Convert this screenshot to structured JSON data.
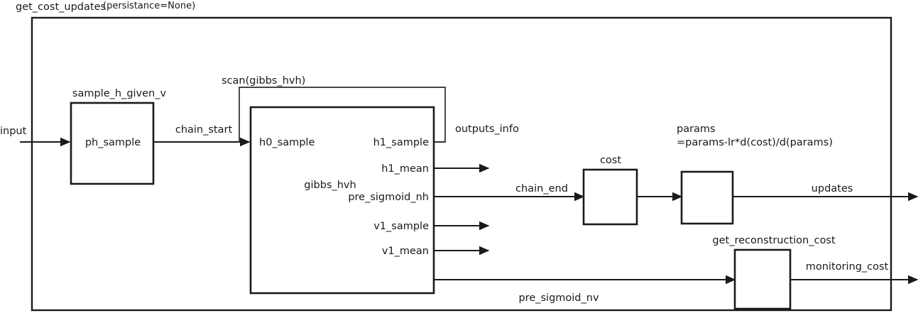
{
  "diagram": {
    "title": "get_cost_updates",
    "title_suffix": "(persistance=None)",
    "type": "block-flow-diagram",
    "colors": {
      "line": "#1a1a1a",
      "background": "#ffffff"
    },
    "outer_frame": {
      "name": "get_cost_updates-frame"
    },
    "blocks": [
      {
        "id": "ph_sample",
        "caption": "sample_h_given_v",
        "inner_label": "ph_sample"
      },
      {
        "id": "gibbs_hvh",
        "caption": "scan(gibbs_hvh)",
        "inner_label": "gibbs_hvh",
        "input_ports": [
          "h0_sample"
        ],
        "output_ports": [
          "h1_sample",
          "h1_mean",
          "pre_sigmoid_nh",
          "v1_sample",
          "v1_mean"
        ]
      },
      {
        "id": "cost",
        "caption": "cost",
        "inner_label": ""
      },
      {
        "id": "params",
        "caption_line1": "params",
        "caption_line2": "=params-lr*d(cost)/d(params)",
        "inner_label": ""
      },
      {
        "id": "get_reconstruction_cost",
        "caption": "get_reconstruction_cost",
        "inner_label": ""
      }
    ],
    "edge_labels": {
      "input": "input",
      "chain_start": "chain_start",
      "outputs_info": "outputs_info",
      "chain_end": "chain_end",
      "updates": "updates",
      "pre_sigmoid_nv": "pre_sigmoid_nv",
      "monitoring_cost": "monitoring_cost"
    }
  }
}
